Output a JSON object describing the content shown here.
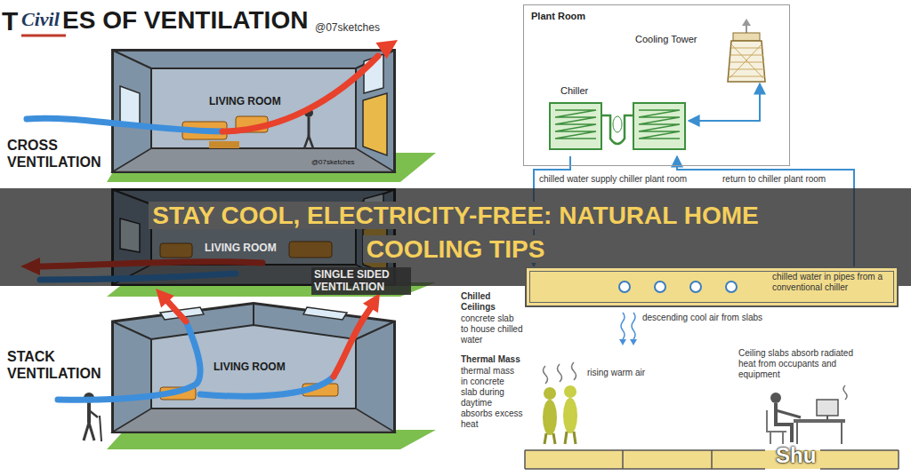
{
  "diagram": {
    "title": "STAY COOL, ELECTRICITY-FREE: NATURAL HOME COOLING TIPS",
    "nodes": [
      {
        "text": [
          "LIVING ROOM"
        ]
      },
      {
        "text": [
          "LIVING ROOM"
        ]
      },
      {
        "text": [
          "LIVING ROOM"
        ]
      },
      {
        "text": [
          "Plant Room"
        ]
      },
      {
        "text": [
          "Cooling Tower"
        ],
        "in": 3
      },
      {
        "text": [
          "Chiller"
        ],
        "in": 3
      },
      {
        "text": [
          "chilled water in pipes from a conventional chiller"
        ]
      }
    ],
    "edges": [
      {
        "from": 5,
        "to": 4,
        "arrow": "both"
      },
      {
        "from": 5,
        "to": 6,
        "arrow": "to",
        "label": "chilled water supply chiller plant room"
      },
      {
        "from": 6,
        "to": 5,
        "arrow": "to",
        "label": "return to chiller plant room"
      }
    ],
    "labels": [
      "T",
      "Civil",
      "ES OF VENTILATION",
      "@07sketches",
      "CROSS VENTILATION",
      "@07sketches",
      "SINGLE SIDED VENTILATION",
      "STACK VENTILATION",
      "Chilled Ceilings",
      "concrete slab to house chilled water",
      "descending cool air from slabs",
      "Thermal Mass",
      "thermal mass in concrete slab during daytime absorbs excess heat",
      "Ceiling slabs absorb radiated heat from occupants and equipment",
      "rising warm air",
      "Shu"
    ]
  }
}
